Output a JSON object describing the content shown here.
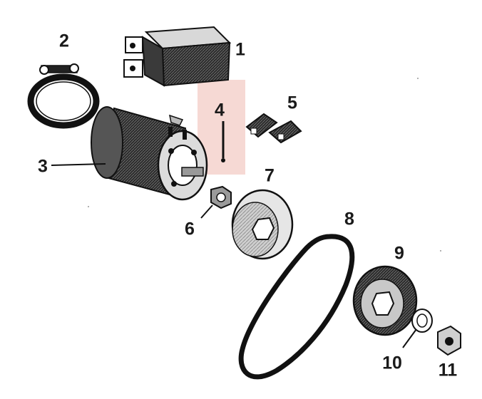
{
  "diagram": {
    "type": "exploded-parts-view",
    "highlight_color": "#f6d9d4",
    "ink_color": "#1a1a1a",
    "highlighted_part": "4",
    "callouts": [
      {
        "id": "1",
        "label": "1"
      },
      {
        "id": "2",
        "label": "2"
      },
      {
        "id": "3",
        "label": "3"
      },
      {
        "id": "4",
        "label": "4"
      },
      {
        "id": "5",
        "label": "5"
      },
      {
        "id": "6",
        "label": "6"
      },
      {
        "id": "7",
        "label": "7"
      },
      {
        "id": "8",
        "label": "8"
      },
      {
        "id": "9",
        "label": "9"
      },
      {
        "id": "10",
        "label": "10"
      },
      {
        "id": "11",
        "label": "11"
      }
    ]
  }
}
